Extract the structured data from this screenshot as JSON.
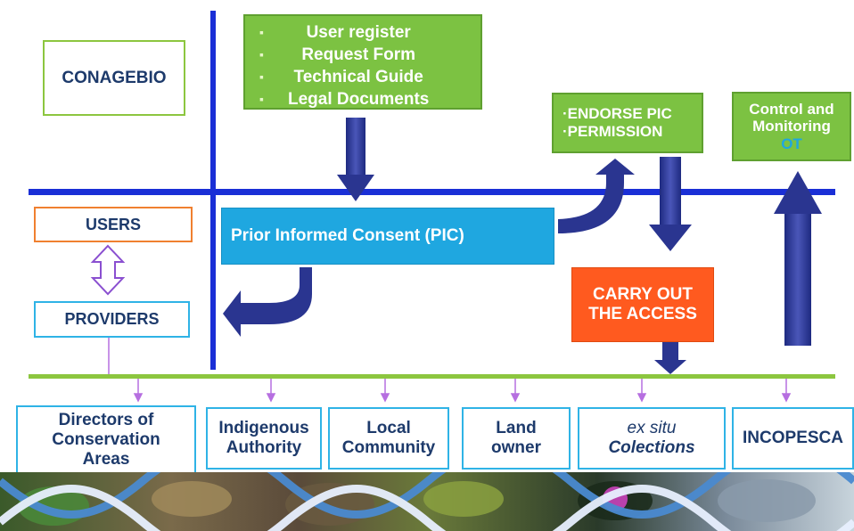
{
  "top_left": {
    "label": "CONAGEBIO"
  },
  "requirements": {
    "items": [
      "User register",
      "Request Form",
      "Technical Guide",
      "Legal Documents"
    ]
  },
  "endorse": {
    "items": [
      "·ENDORSE PIC",
      "·PERMISSION"
    ]
  },
  "control": {
    "line1": "Control and",
    "line2": "Monitoring",
    "line3": "OT"
  },
  "users": {
    "label": "USERS"
  },
  "providers": {
    "label": "PROVIDERS"
  },
  "pic": {
    "label": "Prior Informed Consent (PIC)"
  },
  "access": {
    "line1": "CARRY OUT",
    "line2": "THE ACCESS"
  },
  "bottom": [
    {
      "line1": "Directors of",
      "line2": "Conservation",
      "line3": "Areas"
    },
    {
      "line1": "Indigenous",
      "line2": "Authority"
    },
    {
      "line1": "Local",
      "line2": "Community"
    },
    {
      "line1": "Land",
      "line2": "owner"
    },
    {
      "line1": "ex situ",
      "line2": "Colections"
    },
    {
      "line1": "INCOPESCA"
    }
  ],
  "colors": {
    "axis_blue": "#1a2fd6",
    "green_line": "#8cc63f",
    "arrow_navy": "#2a3590",
    "pic_blue": "#1fa7e0",
    "access_orange": "#ff5a1f",
    "box_green": "#7cc242"
  }
}
